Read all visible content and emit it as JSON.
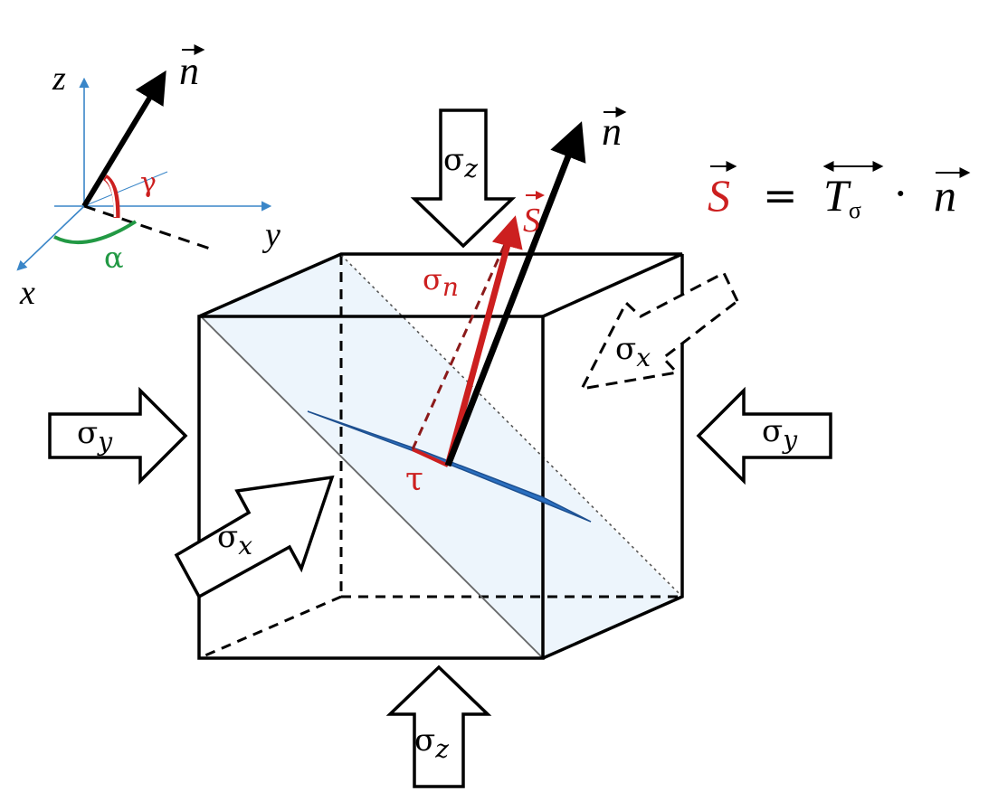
{
  "axes": {
    "z": "z",
    "y": "y",
    "x": "x",
    "n": "n",
    "gamma": "γ",
    "alpha": "α"
  },
  "arrows": {
    "sigma": "σ",
    "sigma_z_top_sub": "z",
    "sigma_z_bottom_sub": "z",
    "sigma_y_left_sub": "y",
    "sigma_y_right_sub": "y",
    "sigma_x_front_sub": "x",
    "sigma_x_back_sub": "x"
  },
  "vectors": {
    "n": "n",
    "S": "S",
    "sigma_n_base": "σ",
    "sigma_n_sub": "n",
    "tau": "τ"
  },
  "equation": {
    "S": "S",
    "equals": "=",
    "T": "T",
    "T_sub": "σ",
    "dot": "·",
    "n": "n"
  },
  "colors": {
    "red": "#cc1f1f",
    "green": "#229944",
    "axis_blue": "#3a86c8",
    "plane_fill": "#eaf3fb",
    "plane_line": "#2a6fc0"
  }
}
